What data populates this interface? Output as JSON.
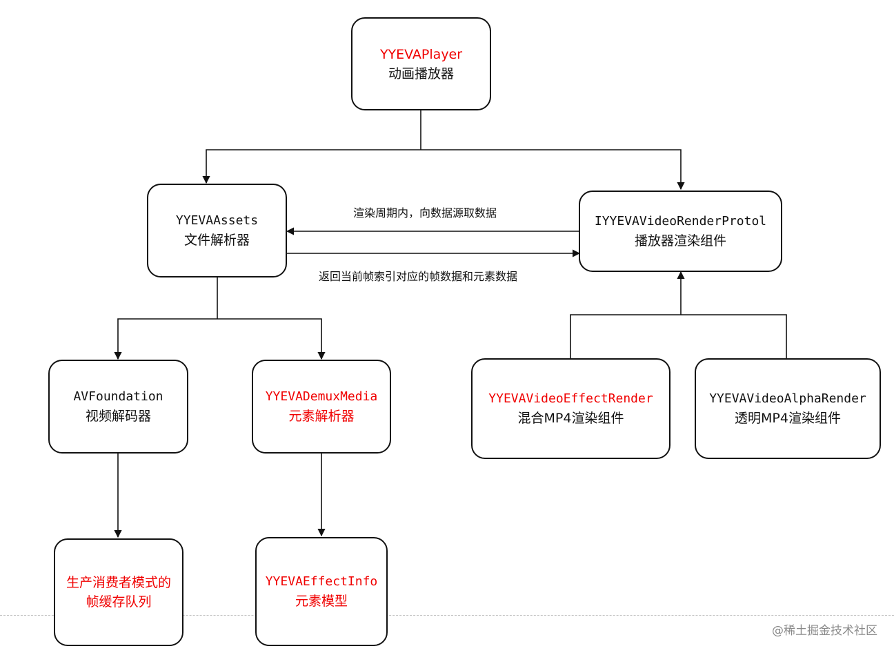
{
  "nodes": {
    "player": {
      "name": "YYEVAPlayer",
      "desc": "动画播放器"
    },
    "assets": {
      "name": "YYEVAAssets",
      "desc": "文件解析器"
    },
    "render_protocol": {
      "name": "IYYEVAVideoRenderProtol",
      "desc": "播放器渲染组件"
    },
    "avfoundation": {
      "name": "AVFoundation",
      "desc": "视频解码器"
    },
    "demux": {
      "name": "YYEVADemuxMedia",
      "desc": "元素解析器"
    },
    "effect_render": {
      "name": "YYEVAVideoEffectRender",
      "desc": "混合MP4渲染组件"
    },
    "alpha_render": {
      "name": "YYEVAVideoAlphaRender",
      "desc": "透明MP4渲染组件"
    },
    "frame_queue": {
      "line1": "生产消费者模式的",
      "line2": "帧缓存队列"
    },
    "effect_info": {
      "name": "YYEVAEffectInfo",
      "desc": "元素模型"
    }
  },
  "edges": {
    "request_label": "渲染周期内，向数据源取数据",
    "response_label": "返回当前帧索引对应的帧数据和元素数据"
  },
  "watermark": "@稀土掘金技术社区",
  "colors": {
    "highlight": "#f00000",
    "stroke": "#111111"
  }
}
